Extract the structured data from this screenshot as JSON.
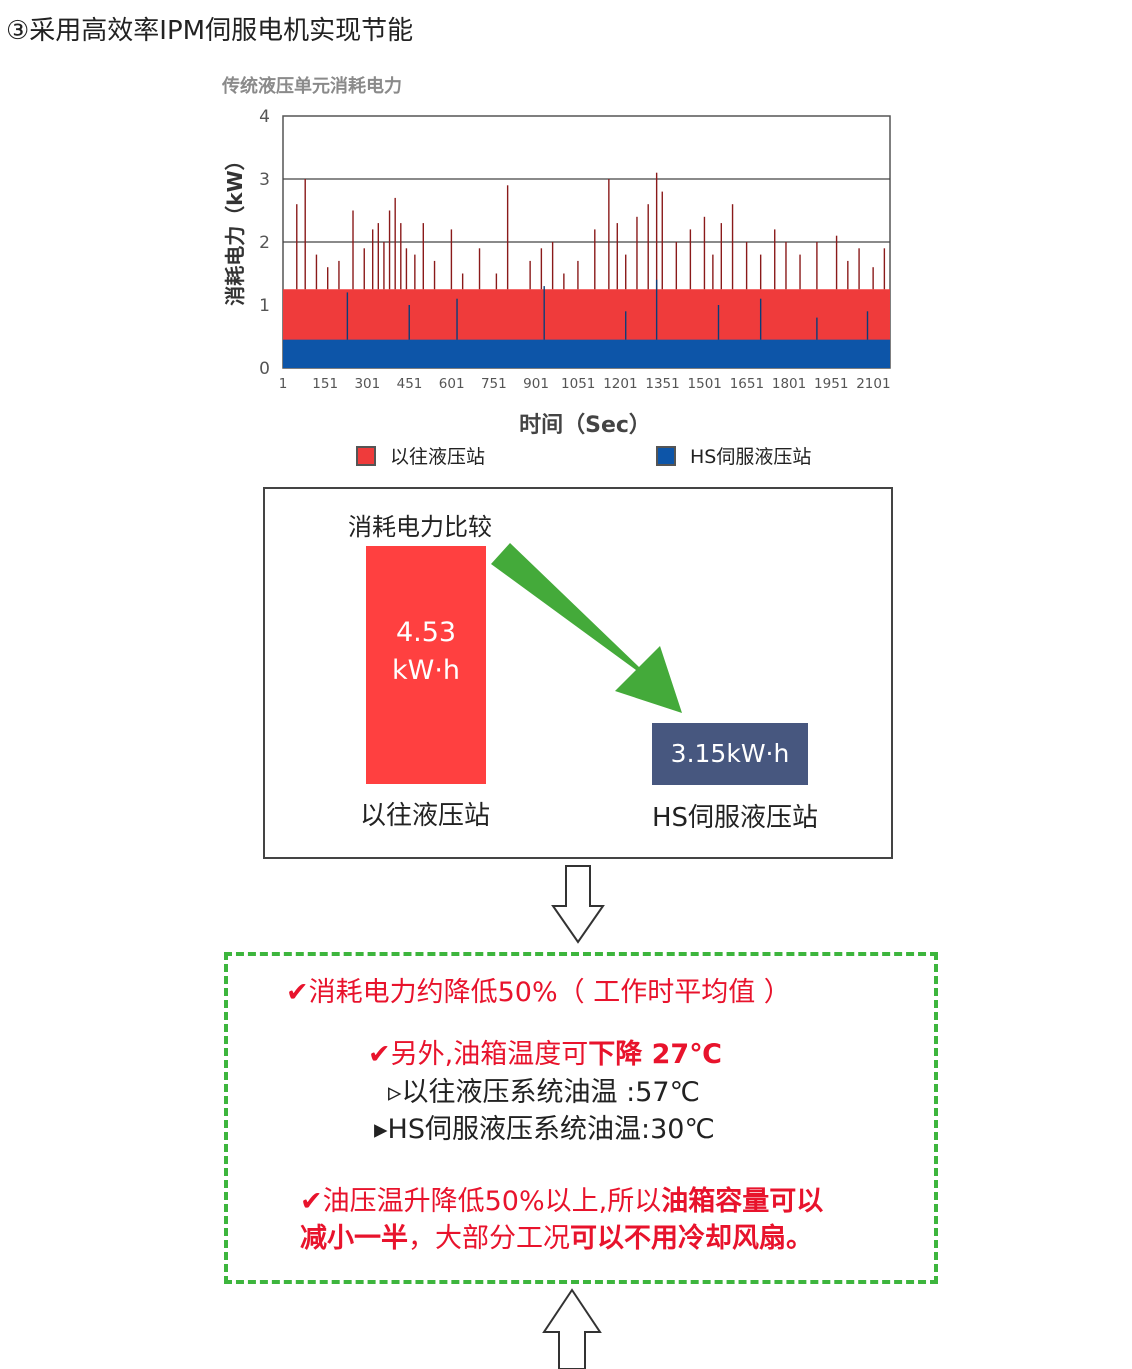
{
  "heading": "③采用高效率IPM伺服电机实现节能",
  "chart_data": {
    "type": "area",
    "title": "传统液压单元消耗电力",
    "xlabel": "时间（Sec）",
    "ylabel": "消耗电力（kW）",
    "x_ticks": [
      "1",
      "151",
      "301",
      "451",
      "601",
      "751",
      "901",
      "1051",
      "1201",
      "1351",
      "1501",
      "1651",
      "1801",
      "1951",
      "2101"
    ],
    "y_ticks": [
      "0",
      "1",
      "2",
      "3",
      "4"
    ],
    "xlim": [
      1,
      2160
    ],
    "ylim": [
      0,
      4
    ],
    "grid": "horizontal",
    "legend_position": "bottom",
    "series": [
      {
        "name": "以往液压站",
        "color": "#ef3b3b",
        "baseline": 1.25,
        "spikes": [
          [
            50,
            2.6
          ],
          [
            80,
            3.0
          ],
          [
            120,
            1.8
          ],
          [
            160,
            1.6
          ],
          [
            200,
            1.7
          ],
          [
            250,
            2.5
          ],
          [
            290,
            1.9
          ],
          [
            320,
            2.2
          ],
          [
            340,
            2.3
          ],
          [
            360,
            2.0
          ],
          [
            380,
            2.5
          ],
          [
            400,
            2.7
          ],
          [
            420,
            2.3
          ],
          [
            440,
            1.9
          ],
          [
            470,
            1.8
          ],
          [
            500,
            2.3
          ],
          [
            540,
            1.7
          ],
          [
            600,
            2.2
          ],
          [
            640,
            1.5
          ],
          [
            700,
            1.9
          ],
          [
            760,
            1.5
          ],
          [
            800,
            2.9
          ],
          [
            880,
            1.7
          ],
          [
            920,
            1.9
          ],
          [
            960,
            2.0
          ],
          [
            1000,
            1.5
          ],
          [
            1050,
            1.7
          ],
          [
            1110,
            2.2
          ],
          [
            1160,
            3.0
          ],
          [
            1190,
            2.3
          ],
          [
            1220,
            1.8
          ],
          [
            1260,
            2.4
          ],
          [
            1300,
            2.6
          ],
          [
            1330,
            3.1
          ],
          [
            1350,
            2.8
          ],
          [
            1400,
            2.0
          ],
          [
            1450,
            2.2
          ],
          [
            1500,
            2.4
          ],
          [
            1530,
            1.8
          ],
          [
            1560,
            2.3
          ],
          [
            1600,
            2.6
          ],
          [
            1650,
            2.0
          ],
          [
            1700,
            1.8
          ],
          [
            1750,
            2.2
          ],
          [
            1790,
            2.0
          ],
          [
            1840,
            1.8
          ],
          [
            1900,
            2.0
          ],
          [
            1970,
            2.1
          ],
          [
            2010,
            1.7
          ],
          [
            2050,
            1.9
          ],
          [
            2100,
            1.6
          ],
          [
            2140,
            1.9
          ]
        ]
      },
      {
        "name": "HS伺服液压站",
        "color": "#0d55a8",
        "baseline": 0.45,
        "spikes": [
          [
            230,
            1.2
          ],
          [
            450,
            1.0
          ],
          [
            620,
            1.1
          ],
          [
            930,
            1.3
          ],
          [
            1220,
            0.9
          ],
          [
            1330,
            1.4
          ],
          [
            1550,
            1.0
          ],
          [
            1700,
            1.1
          ],
          [
            1900,
            0.8
          ],
          [
            2080,
            0.9
          ]
        ]
      }
    ],
    "comparison": {
      "title": "消耗电力比较",
      "bars": [
        {
          "name": "以往液压站",
          "value": 4.53,
          "unit": "kW·h",
          "value_line1": "4.53",
          "value_line2": "kW·h",
          "color": "#ff4040"
        },
        {
          "name": "HS伺服液压站",
          "value": 3.15,
          "unit": "kW·h",
          "value_text": "3.15kW·h",
          "color": "#47577f"
        }
      ]
    }
  },
  "summary": {
    "line1": "✔消耗电力约降低50%（ 工作时平均值 ）",
    "line2_a": "✔另外,油箱温度可",
    "line2_b": "下降 27℃",
    "line3": "▹以往液压系统油温 :57℃",
    "line4": "▸HS伺服液压系统油温:30℃",
    "line5_a": "✔油压温升降低50%以上,所以",
    "line5_b": "油箱容量可以",
    "line6_a": "减小一半",
    "line6_b": "，大部分工况",
    "line6_c": "可以不用冷却风扇。"
  },
  "colors": {
    "arrow_green": "#44aa3a",
    "dashed_border": "#3db53d",
    "summary_red": "#e8132c"
  }
}
